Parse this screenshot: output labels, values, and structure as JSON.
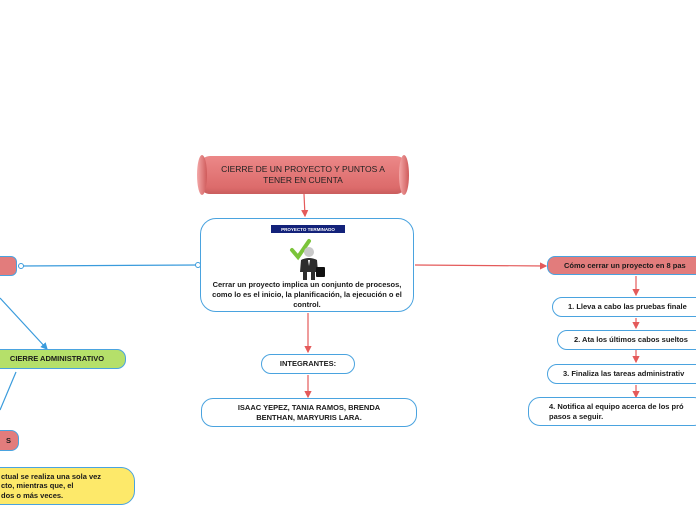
{
  "central": {
    "title": "CIERRE DE UN PROYECTO Y PUNTOS A TENER EN CUENTA",
    "badge": "PROYECTO TERMINADO",
    "description": "Cerrar un proyecto implica un conjunto de procesos, como lo es el inicio, la planificación, la ejecución o el control."
  },
  "integrantes": {
    "label": "INTEGRANTES:",
    "names": "ISAAC YEPEZ, TANIA RAMOS, BRENDA BENTHAN, MARYURIS LARA."
  },
  "left": {
    "admin": "CIERRE ADMINISTRATIVO",
    "small_label": "S",
    "note": "ctual se realiza una sola vez\ncto, mientras que, el\n dos o más veces."
  },
  "right": {
    "header": "Cómo cerrar un proyecto en 8 pas",
    "steps": [
      "1. Lleva a cabo las pruebas finale",
      "2. Ata los últimos cabos sueltos",
      "3. Finaliza las tareas administrativ",
      "4. Notifica al equipo acerca de los pró\npasos a seguir."
    ]
  },
  "colors": {
    "connector": "#e45a5a",
    "blue_connector": "#3a9bdc",
    "red_node": "#e27c7c",
    "green_node": "#b5e06a",
    "yellow_node": "#fde96a",
    "border": "#4aa3df"
  }
}
